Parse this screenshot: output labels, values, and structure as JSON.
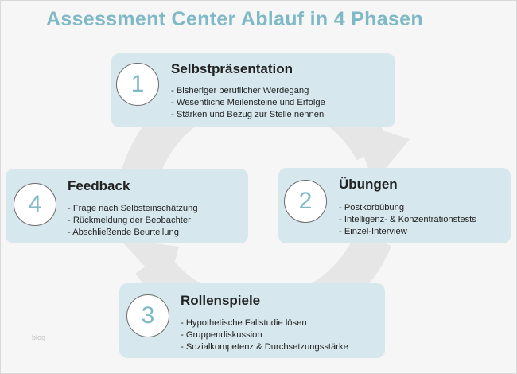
{
  "title": "Assessment Center Ablauf in 4 Phasen",
  "watermark": "blog",
  "colors": {
    "accent": "#7fb9c6",
    "card": "#d6e8ee"
  },
  "phases": [
    {
      "number": "1",
      "title": "Selbstpräsentation",
      "items": [
        "- Bisheriger beruflicher Werdegang",
        "- Wesentliche Meilensteine und Erfolge",
        "- Stärken und Bezug zur Stelle nennen"
      ]
    },
    {
      "number": "2",
      "title": "Übungen",
      "items": [
        "- Postkorbübung",
        "- Intelligenz- & Konzentrationstests",
        "- Einzel-Interview"
      ]
    },
    {
      "number": "3",
      "title": "Rollenspiele",
      "items": [
        "- Hypothetische Fallstudie lösen",
        "- Gruppendiskussion",
        "- Sozialkompetenz & Durchsetzungsstärke"
      ]
    },
    {
      "number": "4",
      "title": "Feedback",
      "items": [
        "- Frage nach Selbsteinschätzung",
        "- Rückmeldung der Beobachter",
        "- Abschließende Beurteilung"
      ]
    }
  ]
}
